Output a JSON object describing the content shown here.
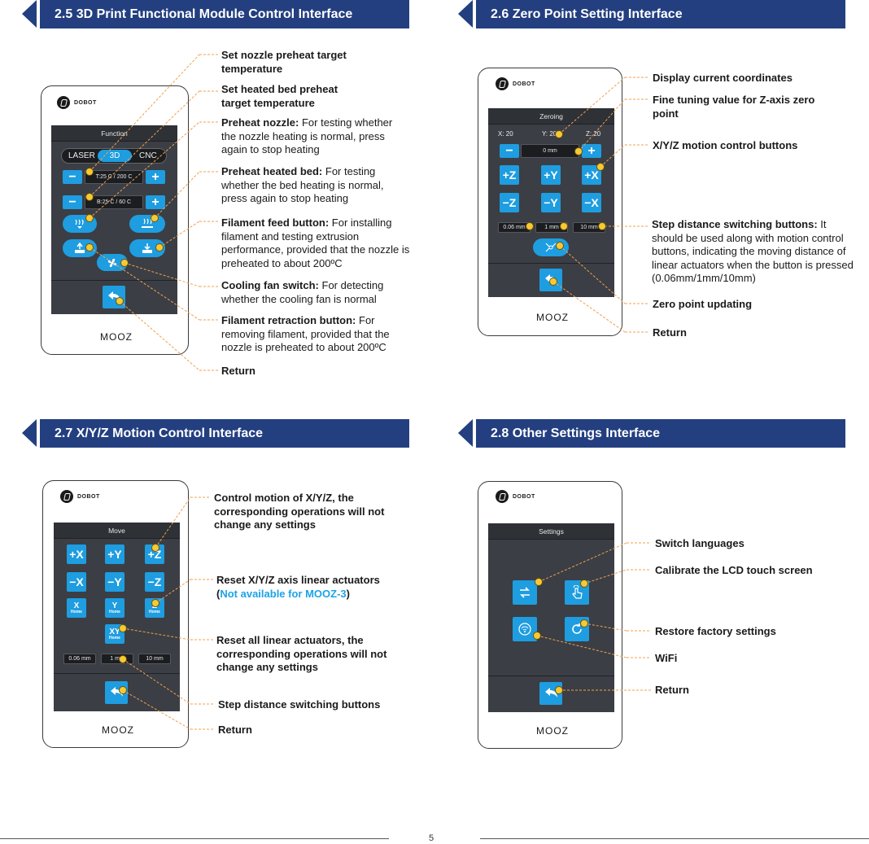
{
  "sections": [
    {
      "title": "2.5 3D Print Functional Module Control Interface",
      "screen_title": "Function",
      "mode_tabs": [
        "LASER",
        "3D",
        "CNC"
      ],
      "nozzle_field": "T:25 C / 200 C",
      "bed_field": "B:25 C / 60 C",
      "mooz": "MOOZ",
      "callouts": [
        {
          "bold": "Set nozzle preheat target temperature",
          "rest": ""
        },
        {
          "bold": "Set heated bed preheat target temperature",
          "rest": ""
        },
        {
          "bold": "Preheat nozzle:",
          "rest": " For testing whether the nozzle heating is normal, press again to stop heating"
        },
        {
          "bold": "Preheat heated bed:",
          "rest": " For testing whether the bed heating is normal, press again to stop heating"
        },
        {
          "bold": "Filament feed button:",
          "rest": " For installing filament and testing extrusion performance, provided that the nozzle is preheated to about 200ºC"
        },
        {
          "bold": "Cooling fan switch:",
          "rest": " For detecting whether the cooling fan is normal"
        },
        {
          "bold": "Filament retraction button:",
          "rest": " For removing filament, provided that the nozzle is preheated to about 200ºC"
        },
        {
          "bold": "Return",
          "rest": ""
        }
      ]
    },
    {
      "title": "2.6 Zero Point Setting Interface",
      "screen_title": "Zeroing",
      "coords": {
        "x": "X: 20",
        "y": "Y: 20",
        "z": "Z: 20"
      },
      "z_field": "0 mm",
      "axis_buttons": [
        "+Z",
        "+Y",
        "+X",
        "−Z",
        "−Y",
        "−X"
      ],
      "steps": [
        "0.06 mm",
        "1 mm",
        "10 mm"
      ],
      "mooz": "MOOZ",
      "callouts": [
        {
          "bold": "Display current coordinates",
          "rest": ""
        },
        {
          "bold": "Fine tuning value for Z-axis zero point",
          "rest": ""
        },
        {
          "bold": "X/Y/Z motion control buttons",
          "rest": ""
        },
        {
          "bold": "Step distance switching buttons:",
          "rest": " It should be used along with motion control buttons, indicating the moving distance of linear actuators when the button is pressed (0.06mm/1mm/10mm)"
        },
        {
          "bold": "Zero point updating",
          "rest": ""
        },
        {
          "bold": "Return",
          "rest": ""
        }
      ]
    },
    {
      "title": "2.7 X/Y/Z Motion Control Interface",
      "screen_title": "Move",
      "axis_buttons": [
        "+X",
        "+Y",
        "+Z",
        "−X",
        "−Y",
        "−Z"
      ],
      "home_buttons": [
        {
          "axis": "X",
          "sub": "Home"
        },
        {
          "axis": "Y",
          "sub": "Home"
        },
        {
          "axis": "Z",
          "sub": "Home"
        },
        {
          "axis": "XY",
          "sub": "Home"
        }
      ],
      "steps": [
        "0.06 mm",
        "1 mm",
        "10 mm"
      ],
      "mooz": "MOOZ",
      "callouts": [
        {
          "bold": "Control motion of X/Y/Z, the corresponding operations will not change any settings",
          "rest": ""
        },
        {
          "bold": "Reset X/Y/Z axis linear actuators",
          "paren_open": "(",
          "highlight": "Not available for MOOZ-3",
          "paren_close": ")"
        },
        {
          "bold": "Reset all linear actuators, the corresponding operations will not change any settings",
          "rest": ""
        },
        {
          "bold": "Step distance switching buttons",
          "rest": ""
        },
        {
          "bold": "Return",
          "rest": ""
        }
      ]
    },
    {
      "title": "2.8 Other Settings Interface",
      "screen_title": "Settings",
      "mooz": "MOOZ",
      "callouts": [
        {
          "bold": "Switch languages",
          "rest": ""
        },
        {
          "bold": "Calibrate the LCD touch screen",
          "rest": ""
        },
        {
          "bold": "Restore factory settings",
          "rest": ""
        },
        {
          "bold": "WiFi",
          "rest": ""
        },
        {
          "bold": "Return",
          "rest": ""
        }
      ]
    }
  ],
  "logo_text": "DOBOT",
  "page_number": "5",
  "colors": {
    "header": "#233f80",
    "button": "#1e9de0",
    "screen": "#3b3e44",
    "dot": "#f7c934",
    "leader": "#f0a050",
    "highlight": "#1ba3e8"
  }
}
